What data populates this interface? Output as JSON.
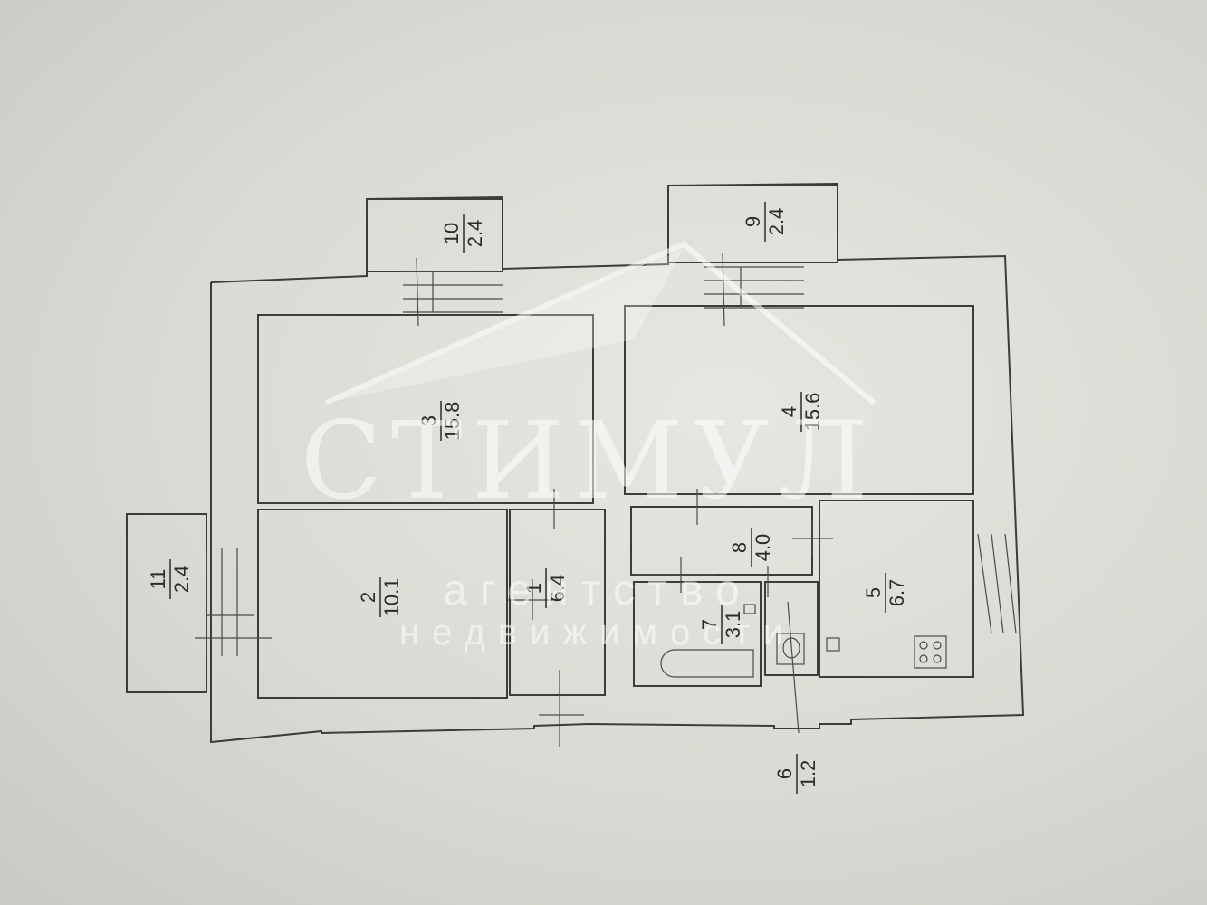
{
  "floorplan": {
    "rooms": [
      {
        "id": "room-1",
        "number": "1",
        "area": "6.4"
      },
      {
        "id": "room-2",
        "number": "2",
        "area": "10.1"
      },
      {
        "id": "room-3",
        "number": "3",
        "area": "15.8"
      },
      {
        "id": "room-4",
        "number": "4",
        "area": "15.6"
      },
      {
        "id": "room-5",
        "number": "5",
        "area": "6.7"
      },
      {
        "id": "room-6",
        "number": "6",
        "area": "1.2"
      },
      {
        "id": "room-7",
        "number": "7",
        "area": "3.1"
      },
      {
        "id": "room-8",
        "number": "8",
        "area": "4.0"
      },
      {
        "id": "room-9",
        "number": "9",
        "area": "2.4"
      },
      {
        "id": "room-10",
        "number": "10",
        "area": "2.4"
      },
      {
        "id": "room-11",
        "number": "11",
        "area": "2.4"
      }
    ]
  },
  "watermark": {
    "brand": "СТИМУЛ",
    "line1": "агентство",
    "line2": "недвижимости"
  }
}
